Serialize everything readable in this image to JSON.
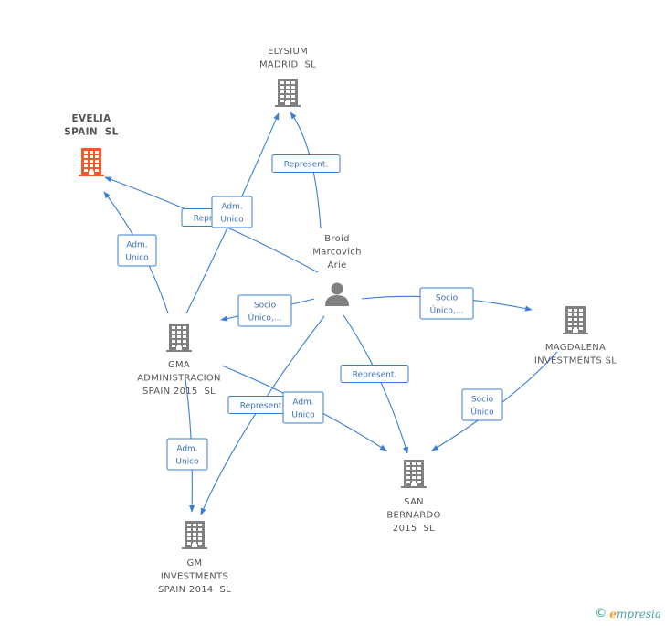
{
  "colors": {
    "edge": "#3a7fd5",
    "building": "#808080",
    "building_focus": "#f05a28",
    "person": "#808080"
  },
  "nodes": [
    {
      "id": "elysium",
      "kind": "company",
      "icon": "building-icon",
      "focus": false,
      "lines": [
        "ELYSIUM",
        "MADRID  SL"
      ]
    },
    {
      "id": "evelia",
      "kind": "company",
      "icon": "building-icon",
      "focus": true,
      "lines": [
        "EVELIA",
        "SPAIN  SL"
      ]
    },
    {
      "id": "broid",
      "kind": "person",
      "icon": "person-icon",
      "focus": false,
      "lines": [
        "Broid",
        "Marcovich",
        "Arie"
      ]
    },
    {
      "id": "magdalena",
      "kind": "company",
      "icon": "building-icon",
      "focus": false,
      "lines": [
        "MAGDALENA",
        "INVESTMENTS SL"
      ]
    },
    {
      "id": "gma",
      "kind": "company",
      "icon": "building-icon",
      "focus": false,
      "lines": [
        "GMA",
        "ADMINISTRACION",
        "SPAIN 2015  SL"
      ]
    },
    {
      "id": "sanbernardo",
      "kind": "company",
      "icon": "building-icon",
      "focus": false,
      "lines": [
        "SAN",
        "BERNARDO",
        "2015  SL"
      ]
    },
    {
      "id": "gminv",
      "kind": "company",
      "icon": "building-icon",
      "focus": false,
      "lines": [
        "GM",
        "INVESTMENTS",
        "SPAIN 2014  SL"
      ]
    }
  ],
  "edges": [
    {
      "id": "broid-elysium",
      "lines": [
        "Represent."
      ]
    },
    {
      "id": "broid-evelia",
      "lines": [
        "Represent."
      ]
    },
    {
      "id": "gma-evelia",
      "lines": [
        "Adm.",
        "Unico"
      ]
    },
    {
      "id": "gma-elysium",
      "lines": [
        "Adm.",
        "Unico"
      ]
    },
    {
      "id": "broid-gma",
      "lines": [
        "Socio",
        "Único,..."
      ]
    },
    {
      "id": "broid-magdalena",
      "lines": [
        "Socio",
        "Único,..."
      ]
    },
    {
      "id": "broid-sanbernardo",
      "lines": [
        "Represent."
      ]
    },
    {
      "id": "magdalena-sanbernardo",
      "lines": [
        "Socio",
        "Único"
      ]
    },
    {
      "id": "broid-gminv",
      "lines": [
        "Represent."
      ]
    },
    {
      "id": "gma-sanbernardo",
      "lines": [
        "Adm.",
        "Unico"
      ]
    },
    {
      "id": "gma-gminv",
      "lines": [
        "Adm.",
        "Unico"
      ]
    }
  ],
  "footer": {
    "copyright": "©",
    "brand_initial": "e",
    "brand_rest": "mpresia"
  }
}
